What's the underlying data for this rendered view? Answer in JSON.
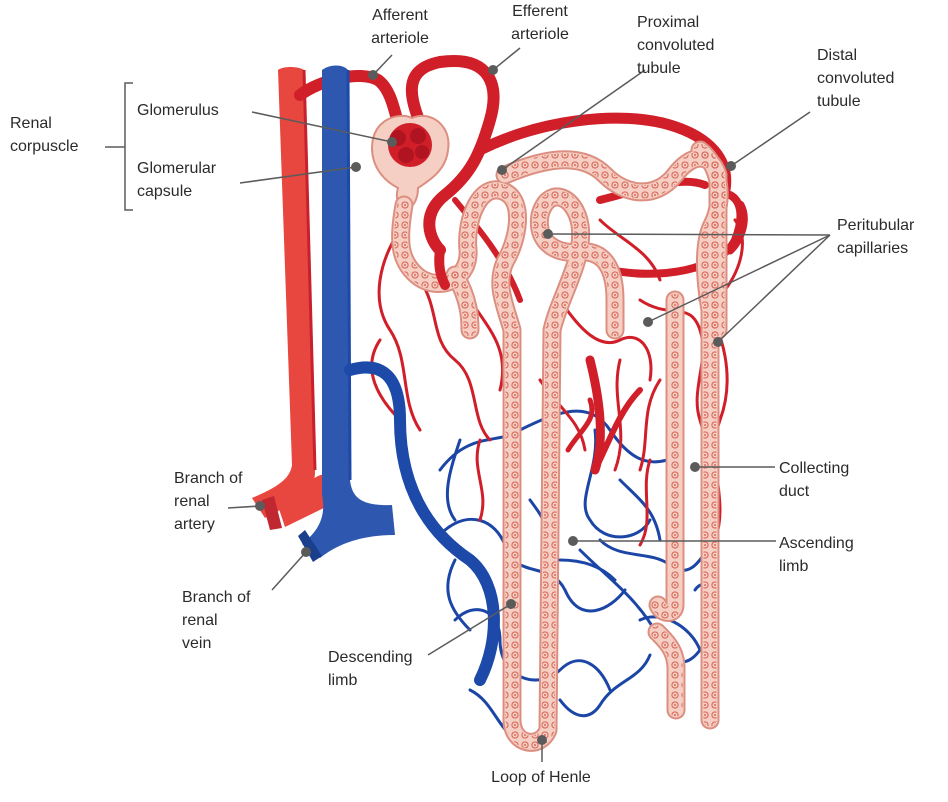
{
  "labels": {
    "renal_corpuscle": "Renal\ncorpuscle",
    "glomerulus": "Glomerulus",
    "glomerular_capsule": "Glomerular\ncapsule",
    "afferent_arteriole": "Afferent\narteriole",
    "efferent_arteriole": "Efferent\narteriole",
    "proximal_tubule": "Proximal\nconvoluted\ntubule",
    "distal_tubule": "Distal\nconvoluted\ntubule",
    "peritubular_capillaries": "Peritubular\ncapillaries",
    "collecting_duct": "Collecting\nduct",
    "ascending_limb": "Ascending\nlimb",
    "descending_limb": "Descending\nlimb",
    "loop_of_henle": "Loop of Henle",
    "branch_renal_artery": "Branch of\nrenal\nartery",
    "branch_renal_vein": "Branch of\nrenal\nvein"
  },
  "colors": {
    "artery": "#e8473f",
    "artery_dark": "#c8202c",
    "capillary_red": "#d11f2a",
    "vein": "#2e58b0",
    "vein_dark": "#1d49a8",
    "vein_capillary": "#1b46a6",
    "tubule_fill": "#f6cfc4",
    "tubule_outline": "#dc8f80",
    "cell_dot": "#d86a5c",
    "leader": "#5b5b5b",
    "text": "#2b2b2b"
  }
}
